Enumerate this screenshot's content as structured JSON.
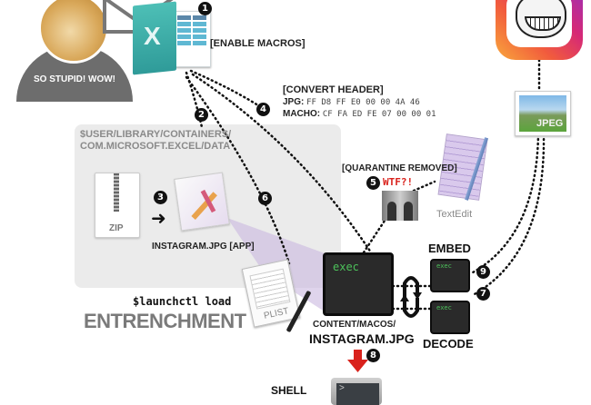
{
  "user": {
    "caption": "SO STUPID! WOW!"
  },
  "steps": {
    "s1": "1",
    "s2": "2",
    "s3": "3",
    "s4": "4",
    "s5": "5",
    "s6": "6",
    "s7": "7",
    "s8": "8",
    "s9": "9"
  },
  "labels": {
    "enable_macros": "[ENABLE MACROS]",
    "convert_header": "[CONVERT HEADER]",
    "jpg_label": "JPG:",
    "jpg_bytes": "FF D8 FF E0 00 00 4A 46",
    "macho_label": "MACHO:",
    "macho_bytes": "CF FA ED FE 07 00 00 01",
    "container_path_1": "$USER/LIBRARY/CONTAINERS/",
    "container_path_2": "COM.MICROSOFT.EXCEL/DATA",
    "quarantine": "[QUARANTINE REMOVED]",
    "wtf": "WTF?!",
    "textedit": "TextEdit",
    "zip": "ZIP",
    "app_name": "INSTAGRAM.JPG [APP]",
    "launchctl": "$launchctl load",
    "entrenchment": "ENTRENCHMENT",
    "plist": "PLIST",
    "exec": "exec",
    "embed": "EMBED",
    "decode": "DECODE",
    "content_path": "CONTENT/MACOS/",
    "binary_name": "INSTAGRAM.JPG",
    "jpeg": "JPEG",
    "excel_x": "X",
    "shell": "SHELL"
  },
  "colors": {
    "excel_teal": "#3fb3ad",
    "exec_green": "#4cc15a",
    "arrow_red": "#d9221c",
    "gray_text": "#8a8a8a",
    "lavender": "#c9b8e0"
  }
}
